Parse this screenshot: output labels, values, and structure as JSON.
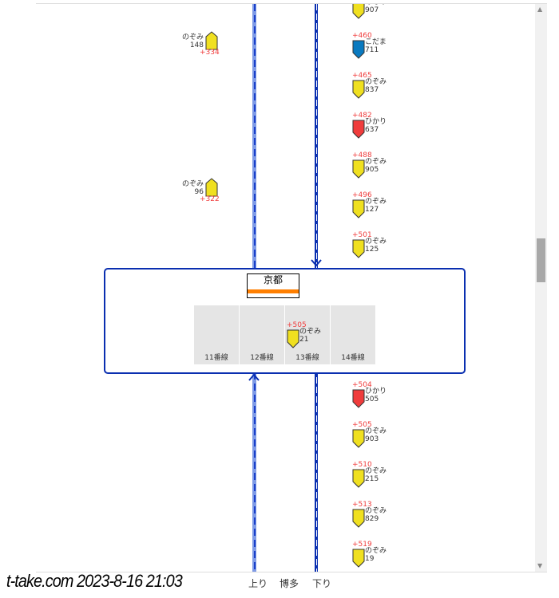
{
  "colors": {
    "nozomi": "#f0e020",
    "kodama": "#0a7ac0",
    "hikari": "#f03c3c",
    "track": "#0a2fb0",
    "station_bar": "#ff7f00"
  },
  "up_trains": [
    {
      "type": "のぞみ",
      "number": "148",
      "delay": "+334",
      "color": "nozomi"
    },
    {
      "type": "のぞみ",
      "number": "96",
      "delay": "+322",
      "color": "nozomi"
    }
  ],
  "down_trains_above": [
    {
      "type": "のぞみ",
      "number": "907",
      "delay": "",
      "color": "nozomi"
    },
    {
      "type": "こだま",
      "number": "711",
      "delay": "+460",
      "color": "kodama"
    },
    {
      "type": "のぞみ",
      "number": "837",
      "delay": "+465",
      "color": "nozomi"
    },
    {
      "type": "ひかり",
      "number": "637",
      "delay": "+482",
      "color": "hikari"
    },
    {
      "type": "のぞみ",
      "number": "905",
      "delay": "+488",
      "color": "nozomi"
    },
    {
      "type": "のぞみ",
      "number": "127",
      "delay": "+496",
      "color": "nozomi"
    },
    {
      "type": "のぞみ",
      "number": "125",
      "delay": "+501",
      "color": "nozomi"
    }
  ],
  "down_trains_below": [
    {
      "type": "ひかり",
      "number": "505",
      "delay": "+504",
      "color": "hikari"
    },
    {
      "type": "のぞみ",
      "number": "903",
      "delay": "+505",
      "color": "nozomi"
    },
    {
      "type": "のぞみ",
      "number": "215",
      "delay": "+510",
      "color": "nozomi"
    },
    {
      "type": "のぞみ",
      "number": "829",
      "delay": "+513",
      "color": "nozomi"
    },
    {
      "type": "のぞみ",
      "number": "19",
      "delay": "+519",
      "color": "nozomi"
    }
  ],
  "station": {
    "name": "京都",
    "platforms": [
      "11番線",
      "12番線",
      "13番線",
      "14番線"
    ],
    "platform_train": {
      "type": "のぞみ",
      "number": "21",
      "delay": "+505",
      "color": "nozomi"
    }
  },
  "footer": {
    "brand": "t-take.com 2023-8-16 21:03",
    "up": "上り",
    "hakata": "博多",
    "down": "下り"
  }
}
